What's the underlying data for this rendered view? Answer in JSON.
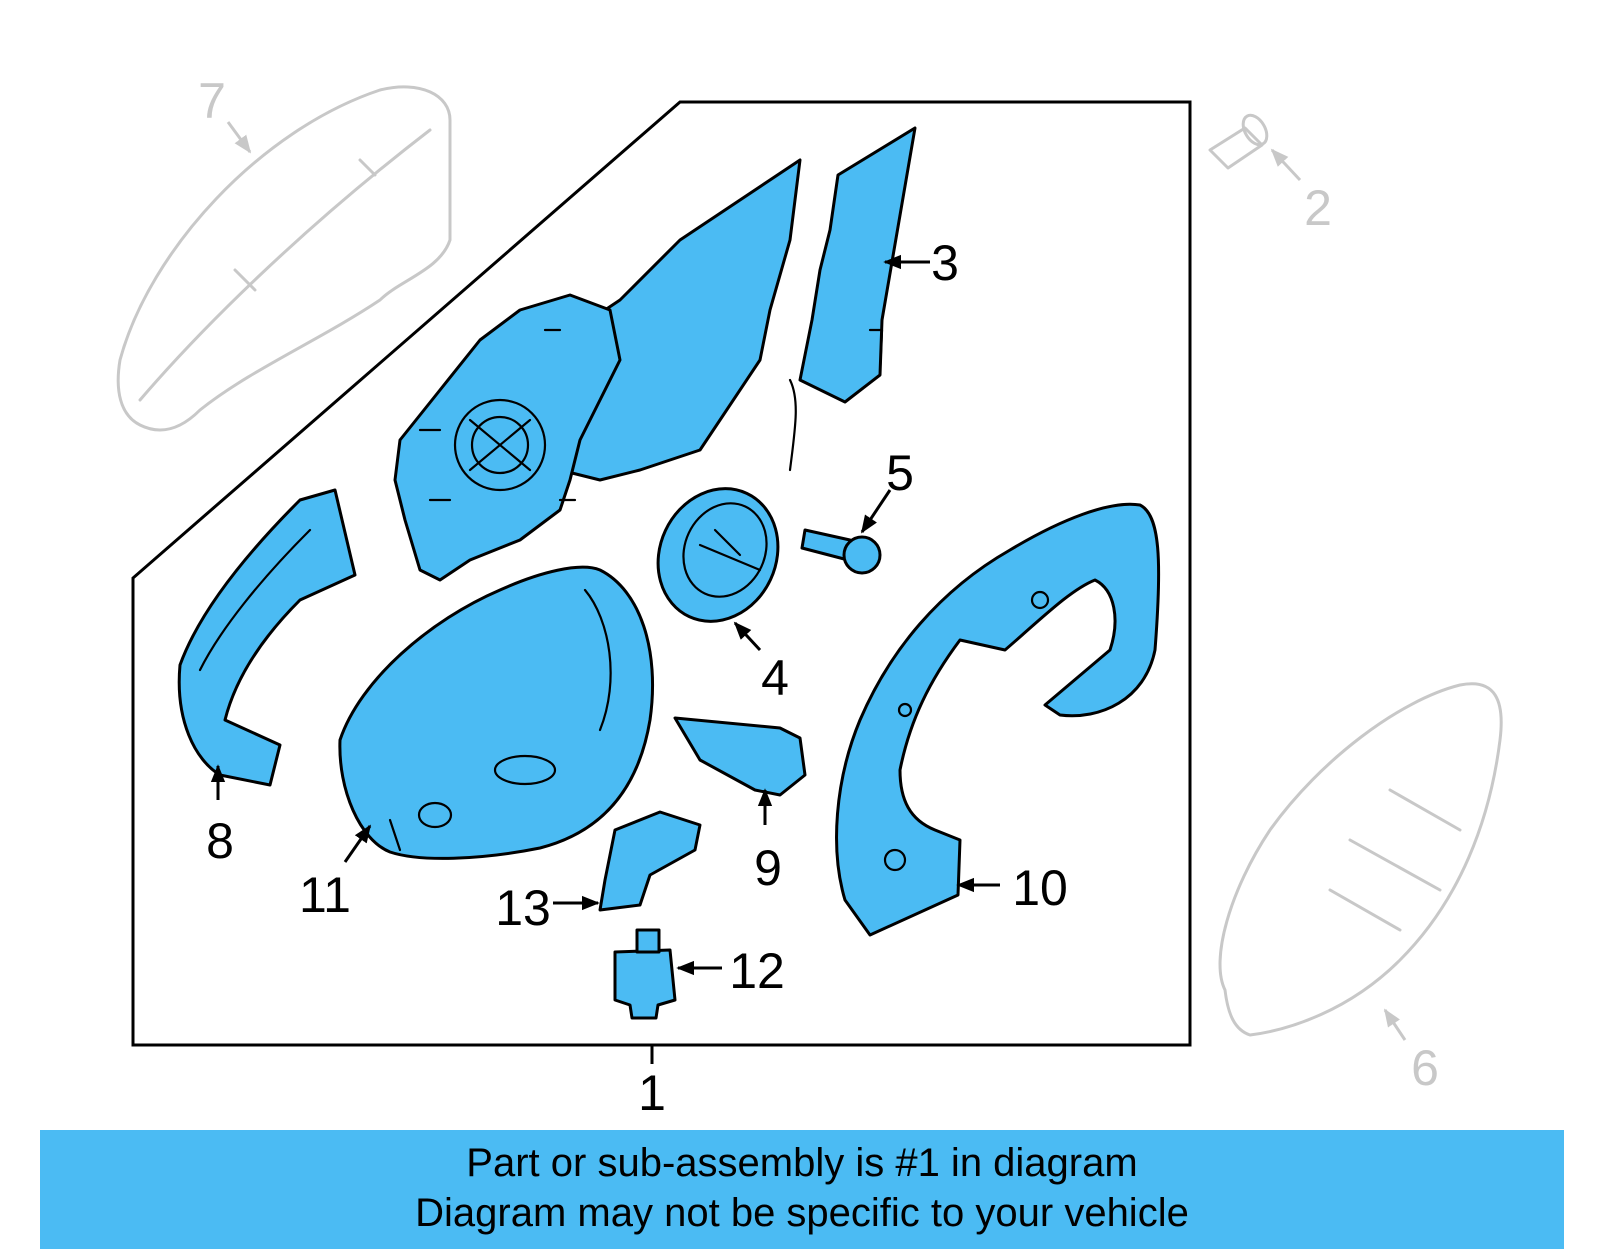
{
  "diagram": {
    "callouts": {
      "c1": "1",
      "c2": "2",
      "c3": "3",
      "c4": "4",
      "c5": "5",
      "c6": "6",
      "c7": "7",
      "c8": "8",
      "c9": "9",
      "c10": "10",
      "c11": "11",
      "c12": "12",
      "c13": "13"
    },
    "colors": {
      "highlight": "#4bbbf3",
      "ghost": "#c8c8c8",
      "outline": "#000000"
    }
  },
  "footer": {
    "line1": "Part or sub-assembly is #1 in diagram",
    "line2": "Diagram may not be specific to your vehicle"
  }
}
